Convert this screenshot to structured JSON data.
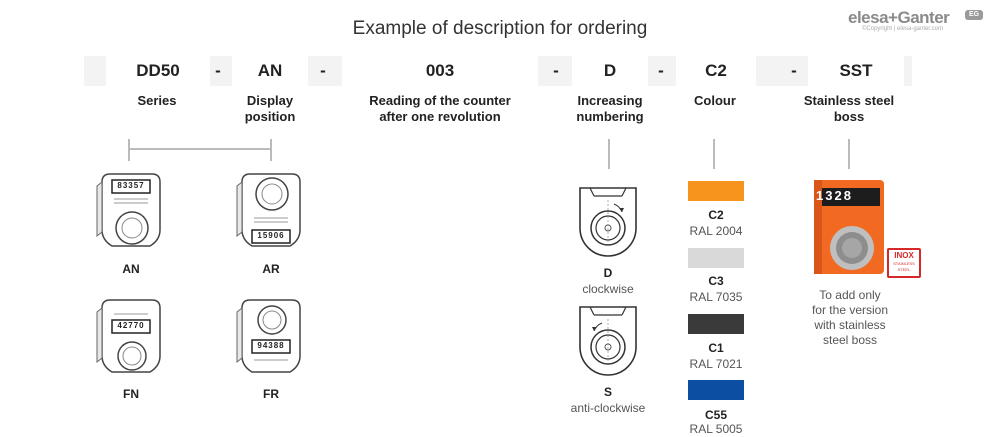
{
  "title": "Example of description for ordering",
  "brand": {
    "name": "elesa+Ganter",
    "copyright": "©Copyright | elesa-ganter.com",
    "badge": "EG"
  },
  "code": {
    "series": "DD50",
    "display": "AN",
    "reading": "003",
    "numbering": "D",
    "colour": "C2",
    "boss": "SST",
    "dash": "-"
  },
  "labels": {
    "series": "Series",
    "display_1": "Display",
    "display_2": "position",
    "reading_1": "Reading of the counter",
    "reading_2": "after one revolution",
    "numbering_1": "Increasing",
    "numbering_2": "numbering",
    "colour": "Colour",
    "boss_1": "Stainless steel",
    "boss_2": "boss"
  },
  "positions": [
    {
      "code": "AN",
      "digits": "83357"
    },
    {
      "code": "AR",
      "digits": "15906"
    },
    {
      "code": "FN",
      "digits": "42770"
    },
    {
      "code": "FR",
      "digits": "94388"
    }
  ],
  "numbering_options": [
    {
      "code": "D",
      "desc": "clockwise"
    },
    {
      "code": "S",
      "desc": "anti-clockwise"
    }
  ],
  "colours": [
    {
      "code": "C2",
      "ral": "RAL 2004",
      "hex": "#f7941d"
    },
    {
      "code": "C3",
      "ral": "RAL 7035",
      "hex": "#d9d9d9"
    },
    {
      "code": "C1",
      "ral": "RAL 7021",
      "hex": "#3a3a3a"
    },
    {
      "code": "C55",
      "ral": "RAL 5005",
      "hex": "#0b4ea2"
    }
  ],
  "boss": {
    "photo_digits": "1328",
    "inox_title": "INOX",
    "inox_sub": "STAINLESS STEEL",
    "note_1": "To add only",
    "note_2": "for the version",
    "note_3": "with stainless",
    "note_4": "steel boss"
  }
}
